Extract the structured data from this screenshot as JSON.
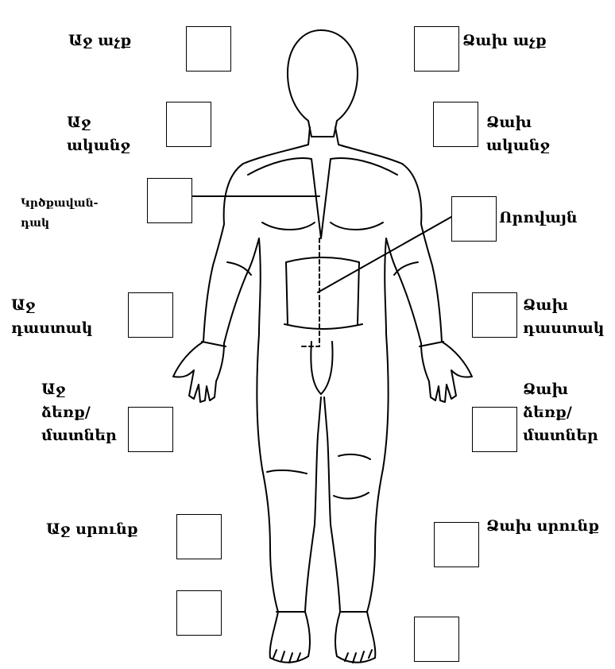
{
  "labels": {
    "right_armpit": "Աջ աչք",
    "left_armpit": "Ձախ աչք",
    "right_shoulder_1": "Աջ",
    "right_shoulder_2": "ականջ",
    "left_shoulder_1": "Ձախ",
    "left_shoulder_2": "ականջ",
    "chest_1": "Կրծքավան-",
    "chest_2": "դակ",
    "abdomen": "Որովայն",
    "right_forearm_1": "Աջ",
    "right_forearm_2": "դաստակ",
    "left_forearm_1": "Ձախ",
    "left_forearm_2": "դաստակ",
    "right_hand_1": "Աջ",
    "right_hand_2": "ձեռք/",
    "right_hand_3": "մատներ",
    "left_hand_1": "Ձախ",
    "left_hand_2": "ձեռք/",
    "left_hand_3": "մատներ",
    "right_shin": "Աջ սրունք",
    "left_shin": "Ձախ սրունք"
  },
  "colors": {
    "line": "#000000",
    "background": "#ffffff"
  }
}
